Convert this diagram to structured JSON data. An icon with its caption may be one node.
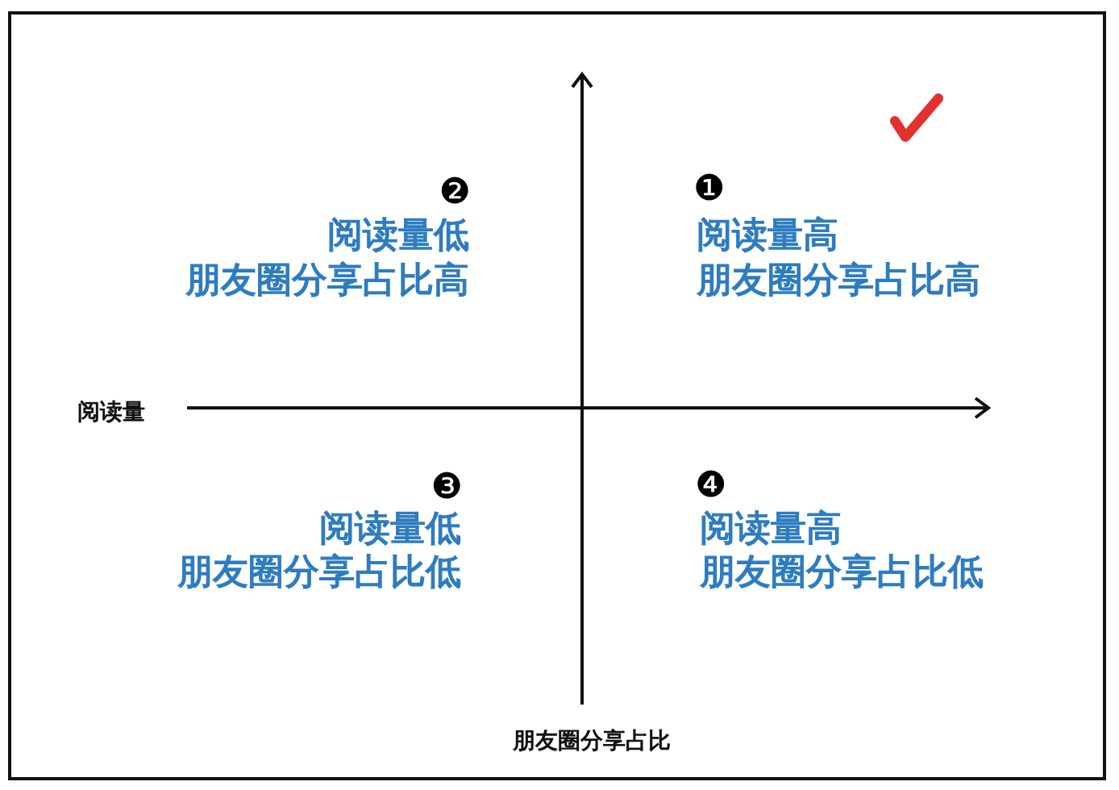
{
  "diagram": {
    "labels": [
      "❷",
      "阅读量低",
      "朋友圈分享占比高",
      "❶",
      "阅读量高",
      "朋友圈分享占比高",
      "阅读量",
      "❸",
      "阅读量低",
      "朋友圈分享占比低",
      "❹",
      "阅读量高",
      "朋友圈分享占比低",
      "朋友圈分享占比"
    ]
  }
}
